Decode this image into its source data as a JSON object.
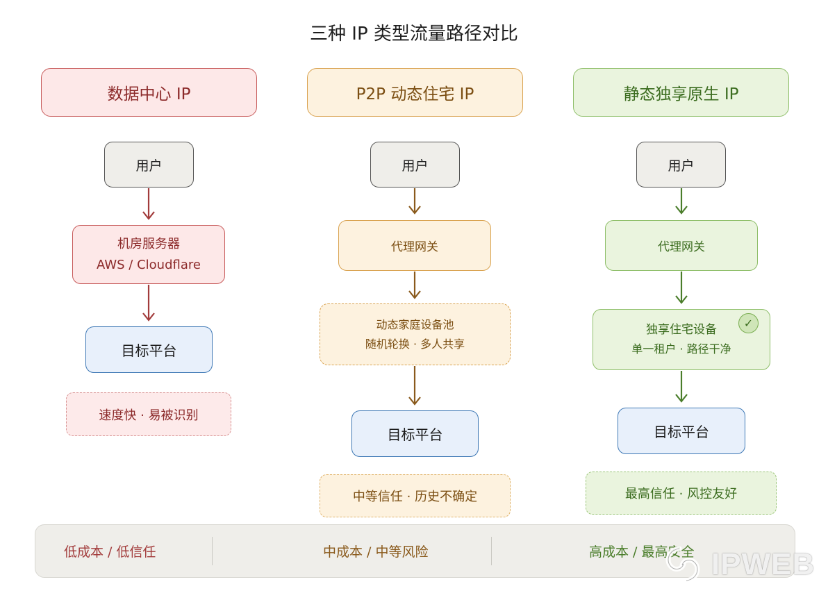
{
  "title": "三种 IP 类型流量路径对比",
  "columns": [
    {
      "header": "数据中心 IP",
      "user": "用户",
      "node_line1": "机房服务器",
      "node_line2": "AWS / Cloudflare",
      "target": "目标平台",
      "note": "速度快 · 易被识别",
      "color": "#a23b3b"
    },
    {
      "header": "P2P 动态住宅 IP",
      "user": "用户",
      "node": "代理网关",
      "pool_line1": "动态家庭设备池",
      "pool_line2": "随机轮换 · 多人共享",
      "target": "目标平台",
      "note": "中等信任 · 历史不确定",
      "color": "#8a5a1c"
    },
    {
      "header": "静态独享原生 IP",
      "user": "用户",
      "node": "代理网关",
      "device_line1": "独享住宅设备",
      "device_line2": "单一租户 · 路径干净",
      "target": "目标平台",
      "note": "最高信任 · 风控友好",
      "color": "#4a7d2a",
      "check_icon": "✓"
    }
  ],
  "footer": {
    "items": [
      "低成本 / 低信任",
      "中成本 / 中等风险",
      "高成本 / 最高安全"
    ]
  },
  "watermark": "IPWEB"
}
